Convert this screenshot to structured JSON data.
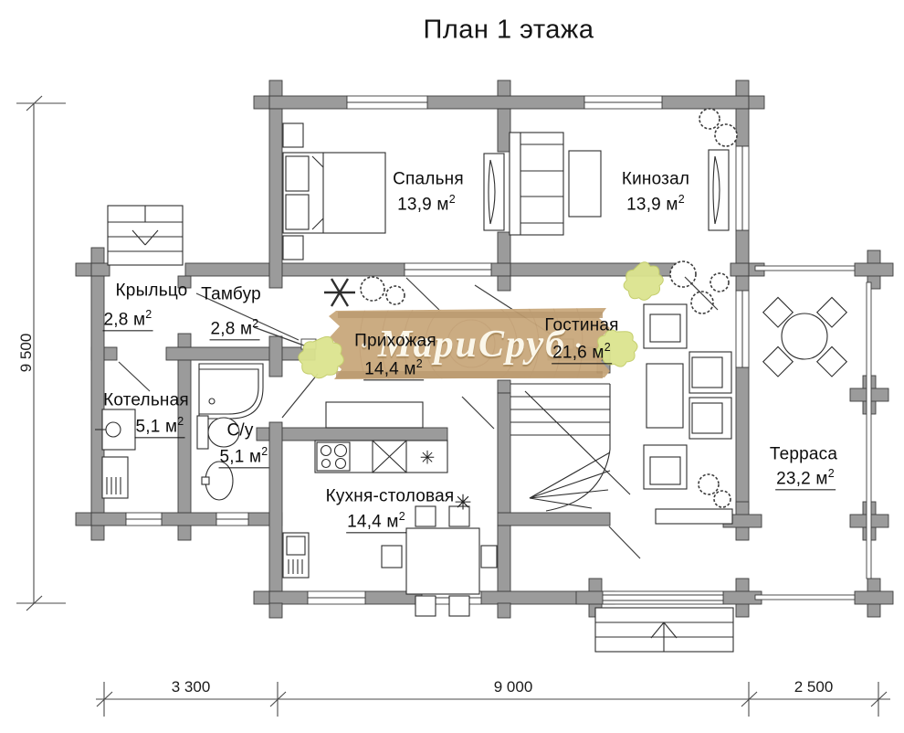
{
  "title": "План 1 этажа",
  "watermark": {
    "text": "МариСруб",
    "bullet_left": "•",
    "bullet_right": "•"
  },
  "area_superscript": "2",
  "rooms": [
    {
      "name": "Спальня",
      "area": "13,9 м",
      "underlined": false
    },
    {
      "name": "Кинозал",
      "area": "13,9 м",
      "underlined": false
    },
    {
      "name": "Крыльцо",
      "area": "2,8 м",
      "underlined": true
    },
    {
      "name": "Тамбур",
      "area": "2,8 м",
      "underlined": true
    },
    {
      "name": "Котельная",
      "area": "5,1 м",
      "underlined": true
    },
    {
      "name": "С/у",
      "area": "5,1 м",
      "underlined": true
    },
    {
      "name": "Прихожая",
      "area": "14,4 м",
      "underlined": true
    },
    {
      "name": "Гостиная",
      "area": "21,6 м",
      "underlined": true
    },
    {
      "name": "Кухня-столовая",
      "area": "14,4 м",
      "underlined": true
    },
    {
      "name": "Терраса",
      "area": "23,2 м",
      "underlined": true
    }
  ],
  "symbols": {
    "vent_star": "✳"
  },
  "dimensions": {
    "left_vertical": "9 500",
    "bottom": [
      "3 300",
      "9 000",
      "2 500"
    ]
  },
  "colors": {
    "wall": "#9b9b9b",
    "line": "#3d3d3d",
    "banner": "#c9a87c",
    "banner_edge": "#b7956a",
    "leaf": "#dce48f",
    "watermark_text": "#fbf7ea"
  }
}
